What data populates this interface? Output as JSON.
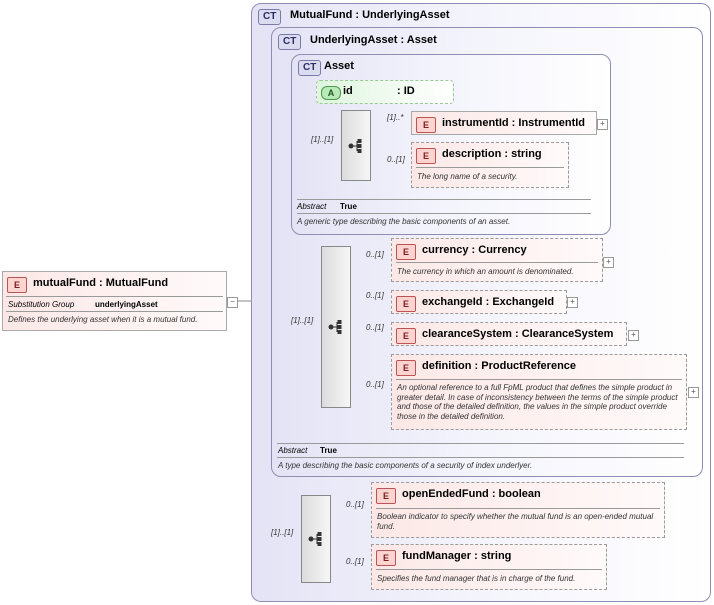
{
  "root": {
    "badge": "E",
    "name": "mutualFund",
    "type": "MutualFund",
    "subst_label": "Substitution Group",
    "subst_value": "underlyingAsset",
    "doc": "Defines the underlying asset when it is a mutual fund."
  },
  "ct_mutual": {
    "badge": "CT",
    "name": "MutualFund",
    "base": "UnderlyingAsset"
  },
  "ct_underlying": {
    "badge": "CT",
    "name": "UnderlyingAsset",
    "base": "Asset",
    "abstract_label": "Abstract",
    "abstract_value": "True",
    "doc": "A type describing the basic components of a security of index underlyer."
  },
  "ct_asset": {
    "badge": "CT",
    "name": "Asset",
    "abstract_label": "Abstract",
    "abstract_value": "True",
    "doc": "A generic type describing the basic components of an asset."
  },
  "attr_id": {
    "badge": "A",
    "name": "id",
    "type": "ID"
  },
  "asset_seq_card": "[1]..[1]",
  "underlying_seq_card": "[1]..[1]",
  "mutual_seq_card": "[1]..[1]",
  "instrumentId": {
    "badge": "E",
    "name": "instrumentId",
    "type": "InstrumentId",
    "card": "[1]..*"
  },
  "description": {
    "badge": "E",
    "name": "description",
    "type": "string",
    "card": "0..[1]",
    "doc": "The long name of a security."
  },
  "currency": {
    "badge": "E",
    "name": "currency",
    "type": "Currency",
    "card": "0..[1]",
    "doc": "The currency in which an amount is denominated."
  },
  "exchangeId": {
    "badge": "E",
    "name": "exchangeId",
    "type": "ExchangeId",
    "card": "0..[1]"
  },
  "clearanceSystem": {
    "badge": "E",
    "name": "clearanceSystem",
    "type": "ClearanceSystem",
    "card": "0..[1]"
  },
  "definition": {
    "badge": "E",
    "name": "definition",
    "type": "ProductReference",
    "card": "0..[1]",
    "doc": "An optional reference to a full FpML product that defines the simple product in greater detail. In case of inconsistency between the terms of the simple product and those of the detailed definition, the values in the simple product override those in the detailed definition."
  },
  "openEndedFund": {
    "badge": "E",
    "name": "openEndedFund",
    "type": "boolean",
    "card": "0..[1]",
    "doc": "Boolean indicator to specify whether the mutual fund is an open-ended mutual fund."
  },
  "fundManager": {
    "badge": "E",
    "name": "fundManager",
    "type": "string",
    "card": "0..[1]",
    "doc": "Specifies the fund manager that is in charge of the fund."
  },
  "collapse_symbol": "−",
  "expand_symbol": "+"
}
